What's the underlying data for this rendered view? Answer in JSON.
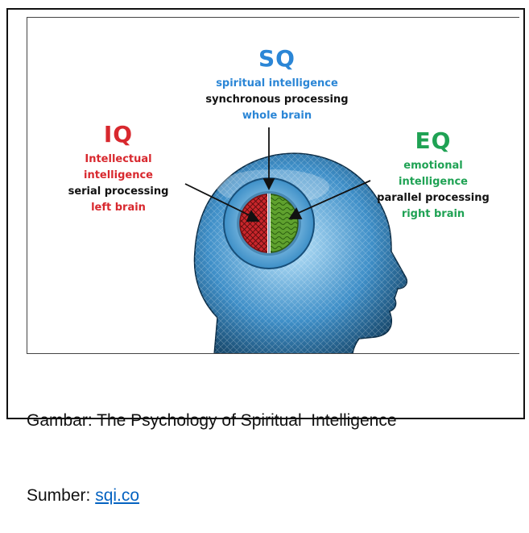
{
  "figure": {
    "sq": {
      "title": "SQ",
      "line1": "spiritual intelligence",
      "line2": "synchronous processing",
      "line3": "whole brain"
    },
    "iq": {
      "title": "IQ",
      "line1": "Intellectual",
      "line2": "intelligence",
      "line3": "serial processing",
      "line4": "left brain"
    },
    "eq": {
      "title": "EQ",
      "line1": "emotional",
      "line2": "intelligence",
      "line3": "parallel processing",
      "line4": "right brain"
    },
    "colors": {
      "sq": "#2b86d6",
      "iq": "#d8282e",
      "eq": "#1fa254",
      "head": "#5aa6d6"
    }
  },
  "caption": {
    "line1": "Gambar: The Psychology of Spiritual  Intelligence",
    "source_prefix": "Sumber: ",
    "source_link": "sqi.co"
  }
}
